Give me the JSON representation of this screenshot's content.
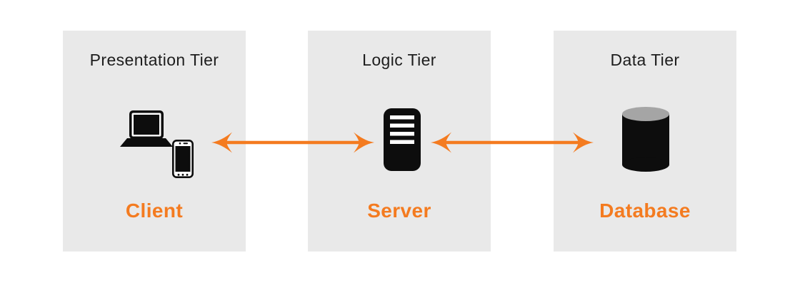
{
  "tiers": [
    {
      "title": "Presentation Tier",
      "label": "Client",
      "icon": "laptop-and-smartphone-icon"
    },
    {
      "title": "Logic Tier",
      "label": "Server",
      "icon": "server-tower-icon"
    },
    {
      "title": "Data Tier",
      "label": "Database",
      "icon": "database-cylinder-icon"
    }
  ],
  "arrows": [
    {
      "name": "client-server-arrow",
      "type": "bidirectional"
    },
    {
      "name": "server-database-arrow",
      "type": "bidirectional"
    }
  ],
  "colors": {
    "background": "#ffffff",
    "panel": "#e9e9e9",
    "accent_orange": "#f47b20",
    "icon_black": "#0d0d0d",
    "title_text": "#1d1d1d",
    "database_top": "#a5a5a5"
  }
}
